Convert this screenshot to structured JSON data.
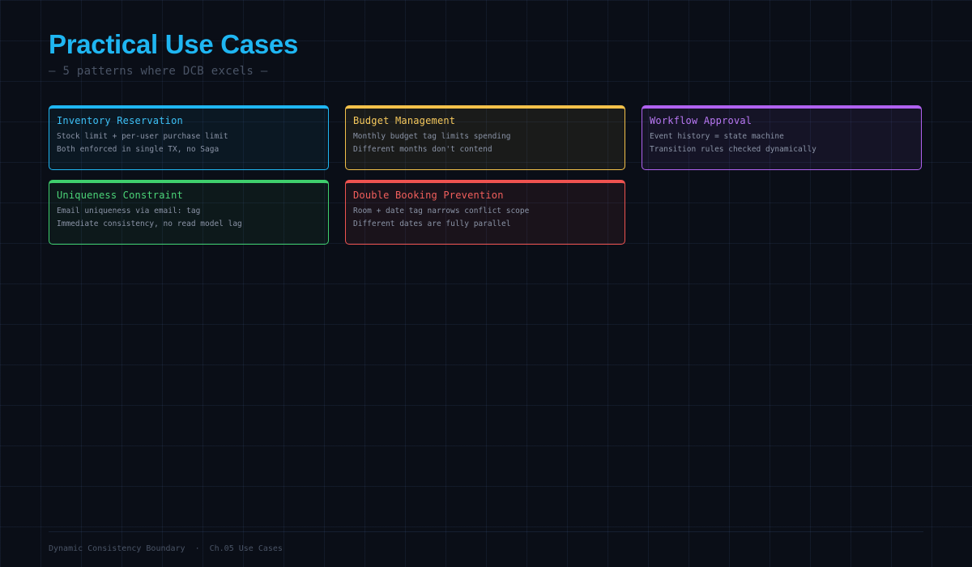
{
  "header": {
    "title": "Practical Use Cases",
    "subtitle": "— 5 patterns where DCB excels —"
  },
  "cards": [
    {
      "title": "Inventory Reservation",
      "lines": [
        "Stock limit + per-user purchase limit",
        "Both enforced in single TX, no Saga"
      ],
      "color": "#1fb6f2"
    },
    {
      "title": "Budget Management",
      "lines": [
        "Monthly budget tag limits spending",
        "Different months don't contend"
      ],
      "color": "#f3c14a"
    },
    {
      "title": "Workflow Approval",
      "lines": [
        "Event history = state machine",
        "Transition rules checked dynamically"
      ],
      "color": "#b062f0"
    },
    {
      "title": "Uniqueness Constraint",
      "lines": [
        "Email uniqueness via email: tag",
        "Immediate consistency, no read model lag"
      ],
      "color": "#3fcf6d"
    },
    {
      "title": "Double Booking Prevention",
      "lines": [
        "Room + date tag narrows conflict scope",
        "Different dates are fully parallel"
      ],
      "color": "#ef5350"
    }
  ],
  "footer": {
    "left": "Dynamic Consistency Boundary",
    "separator": "·",
    "right": "Ch.05 Use Cases"
  }
}
